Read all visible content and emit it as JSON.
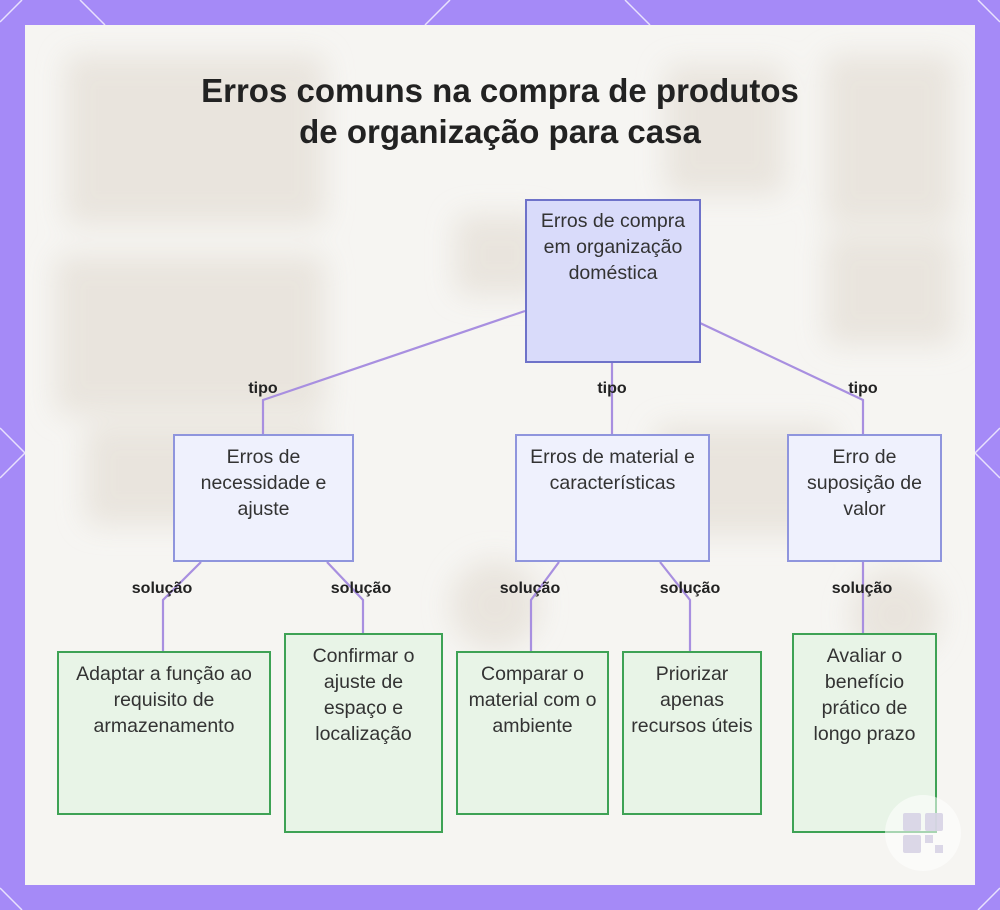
{
  "title_lines": [
    "Erros comuns na compra de produtos",
    "de organização para casa"
  ],
  "nodes": {
    "root": "Erros de compra em organização doméstica",
    "need_fit": "Erros de necessidade e ajuste",
    "material": "Erros de material e características",
    "value": "Erro de suposição de valor",
    "sol_function": "Adaptar a função ao requisito de armazenamento",
    "sol_space": "Confirmar o ajuste de espaço e localização",
    "sol_material": "Comparar o material com o ambiente",
    "sol_useful": "Priorizar apenas recursos úteis",
    "sol_benefit": "Avaliar o benefício prático de longo prazo"
  },
  "edge_labels": {
    "tipo": "tipo",
    "solucao": "solução"
  },
  "colors": {
    "frame": "#a58af7",
    "panel": "#f6f5f2",
    "root_fill": "#d9dbfa",
    "root_border": "#6e72c9",
    "category_fill": "#eff1fd",
    "category_border": "#8f95dd",
    "solution_fill": "#e8f4e7",
    "solution_border": "#3ea255",
    "edge": "#a88fe0"
  }
}
